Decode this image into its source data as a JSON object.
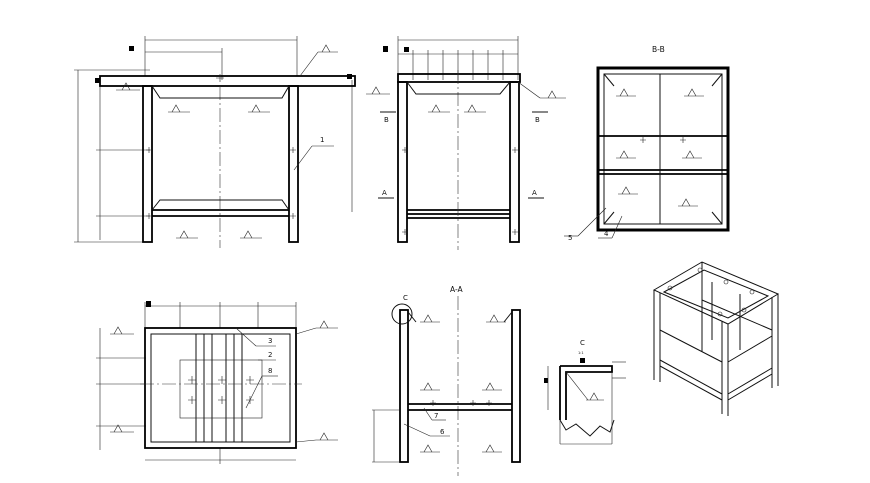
{
  "views": {
    "section_bb": {
      "title": "B-B"
    },
    "section_aa": {
      "title": "A-A"
    },
    "detail_c": {
      "title": "C",
      "scale": "1:1"
    }
  },
  "section_marks": {
    "b_left": "B",
    "b_right": "B",
    "a_left": "A",
    "a_right": "A",
    "c_callout": "C"
  },
  "part_numbers": [
    "1",
    "2",
    "3",
    "4",
    "5",
    "6",
    "7",
    "8"
  ],
  "colors": {
    "ink": "#111111",
    "paper": "#ffffff"
  }
}
